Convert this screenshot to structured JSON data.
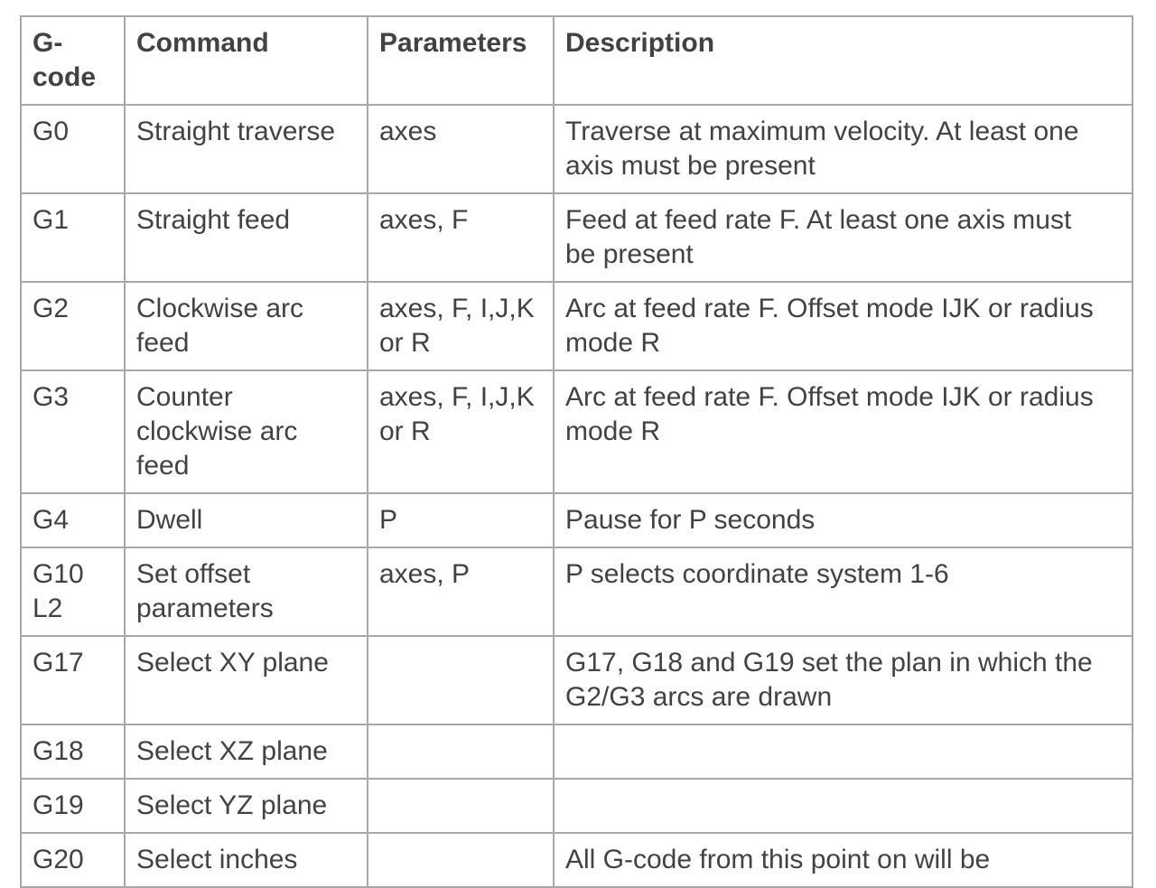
{
  "table": {
    "columns": {
      "gcode": "G-code",
      "command": "Command",
      "parameters": "Parameters",
      "description": "Description"
    },
    "rows": [
      {
        "gcode": "G0",
        "command": "Straight traverse",
        "parameters": "axes",
        "description": "Traverse at maximum velocity. At least one axis must be present"
      },
      {
        "gcode": "G1",
        "command": "Straight feed",
        "parameters": "axes, F",
        "description": "Feed at feed rate F. At least one axis must be present"
      },
      {
        "gcode": "G2",
        "command": "Clockwise arc feed",
        "parameters": "axes, F, I,J,K or R",
        "description": "Arc at feed rate F. Offset mode IJK or radius mode R"
      },
      {
        "gcode": "G3",
        "command": "Counter clockwise arc feed",
        "parameters": "axes, F, I,J,K or R",
        "description": "Arc at feed rate F. Offset mode IJK or radius mode R"
      },
      {
        "gcode": "G4",
        "command": "Dwell",
        "parameters": "P",
        "description": "Pause for P seconds"
      },
      {
        "gcode": "G10 L2",
        "command": "Set offset parameters",
        "parameters": "axes, P",
        "description": "P selects coordinate system 1-6"
      },
      {
        "gcode": "G17",
        "command": "Select XY plane",
        "parameters": "",
        "description": "G17, G18 and G19 set the plan in which the G2/G3 arcs are drawn"
      },
      {
        "gcode": "G18",
        "command": "Select XZ plane",
        "parameters": "",
        "description": ""
      },
      {
        "gcode": "G19",
        "command": "Select YZ plane",
        "parameters": "",
        "description": ""
      },
      {
        "gcode": "G20",
        "command": "Select inches",
        "parameters": "",
        "description": "All G-code from this point on will be"
      }
    ],
    "colors": {
      "text": "#404244",
      "border": "#a8a8a8",
      "background": "#ffffff"
    }
  }
}
